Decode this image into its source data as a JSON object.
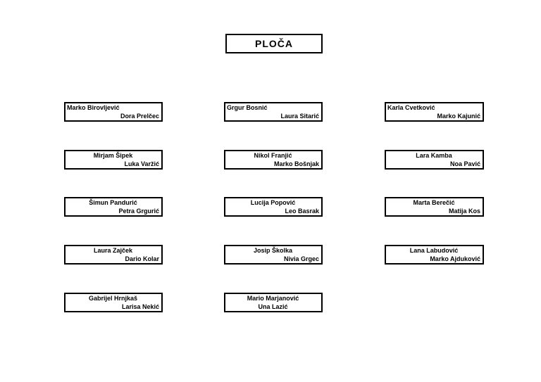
{
  "title": {
    "label": "PLOČA"
  },
  "colors": {
    "background": "#ffffff",
    "border": "#000000",
    "text": "#000000"
  },
  "seats": [
    {
      "top": "Marko Birovljević",
      "bottom": "Dora Prelčec"
    },
    {
      "top": "Grgur Bosnić",
      "bottom": "Laura Sitarić"
    },
    {
      "top": "Karla Cvetković",
      "bottom": "Marko Kajunić"
    },
    {
      "top": "Mirjam Šipek",
      "bottom": "Luka Varžić"
    },
    {
      "top": "Nikol Franjić",
      "bottom": "Marko Bošnjak"
    },
    {
      "top": "Lara Kamba",
      "bottom": "Noa Pavić"
    },
    {
      "top": "Šimun Pandurić",
      "bottom": "Petra Grgurić"
    },
    {
      "top": "Lucija Popović",
      "bottom": "Leo Basrak"
    },
    {
      "top": "Marta Berečić",
      "bottom": "Matija Kos"
    },
    {
      "top": "Laura Zajček",
      "bottom": "Dario Kolar"
    },
    {
      "top": "Josip Školka",
      "bottom": "Nivia Grgec"
    },
    {
      "top": "Lana Labudović",
      "bottom": "Marko Ajduković"
    },
    {
      "top": "Gabrijel Hrnjkaš",
      "bottom": "Larisa Nekić"
    },
    {
      "top": "Mario Marjanović",
      "bottom": "Una Lazić"
    }
  ]
}
